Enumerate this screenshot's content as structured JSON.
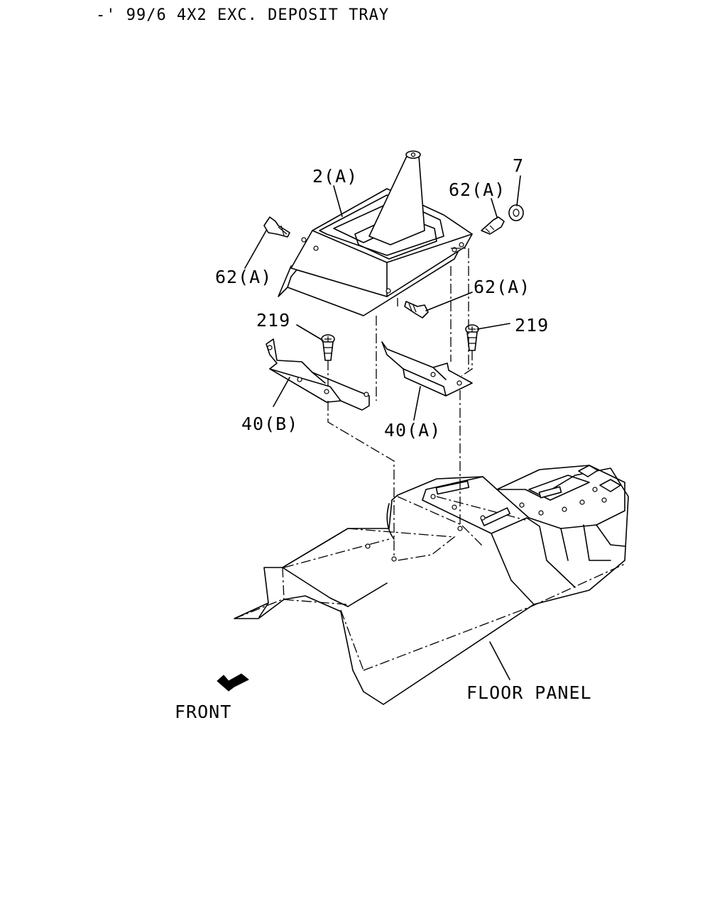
{
  "header": {
    "text": "-' 99/6 4X2 EXC. DEPOSIT TRAY"
  },
  "callouts": {
    "shift_boot_cover": "2(A)",
    "clip_upper_right": "62(A)",
    "nut": "7",
    "clip_left": "62(A)",
    "clip_front": "62(A)",
    "screw_left": "219",
    "screw_right": "219",
    "bracket_left": "40(B)",
    "bracket_right": "40(A)",
    "floor_panel": "FLOOR PANEL"
  },
  "orientation": {
    "front_label": "FRONT",
    "front_icon": "front-arrow-icon"
  }
}
